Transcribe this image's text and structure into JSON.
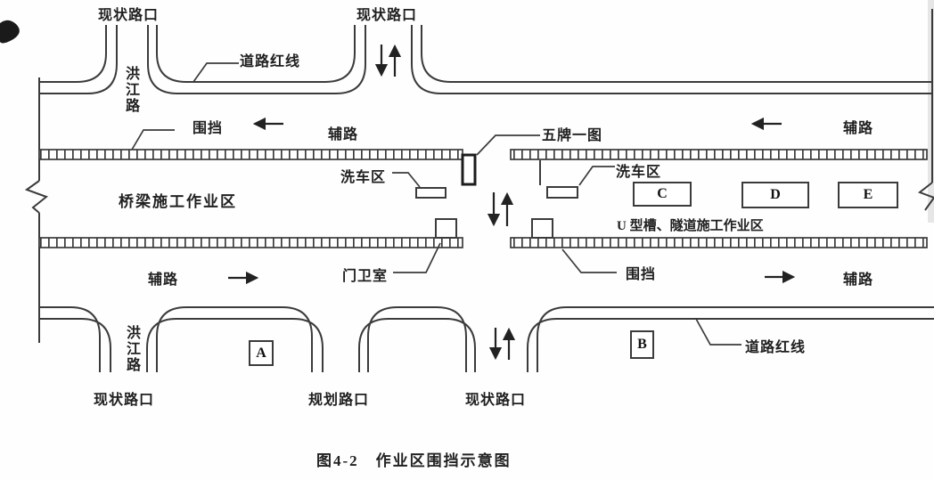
{
  "figure": {
    "caption": "图4-2　作业区围挡示意图"
  },
  "labels": {
    "intersection_existing": "现状路口",
    "intersection_planned": "规划路口",
    "road_red_line": "道路红线",
    "hongjiang_road": "洪江路",
    "enclosure": "围挡",
    "auxiliary_road": "辅路",
    "five_boards_one_map": "五牌一图",
    "car_wash": "洗车区",
    "guard_room": "门卫室",
    "bridge_work_zone": "桥梁施工作业区",
    "utrough_tunnel_work_zone": "U 型槽、隧道施工作业区"
  },
  "markers": {
    "a": "A",
    "b": "B",
    "c": "C",
    "d": "D",
    "e": "E"
  },
  "colors": {
    "line": "#3b3b3b",
    "text": "#1f1f1f",
    "background": "#fefefe"
  }
}
